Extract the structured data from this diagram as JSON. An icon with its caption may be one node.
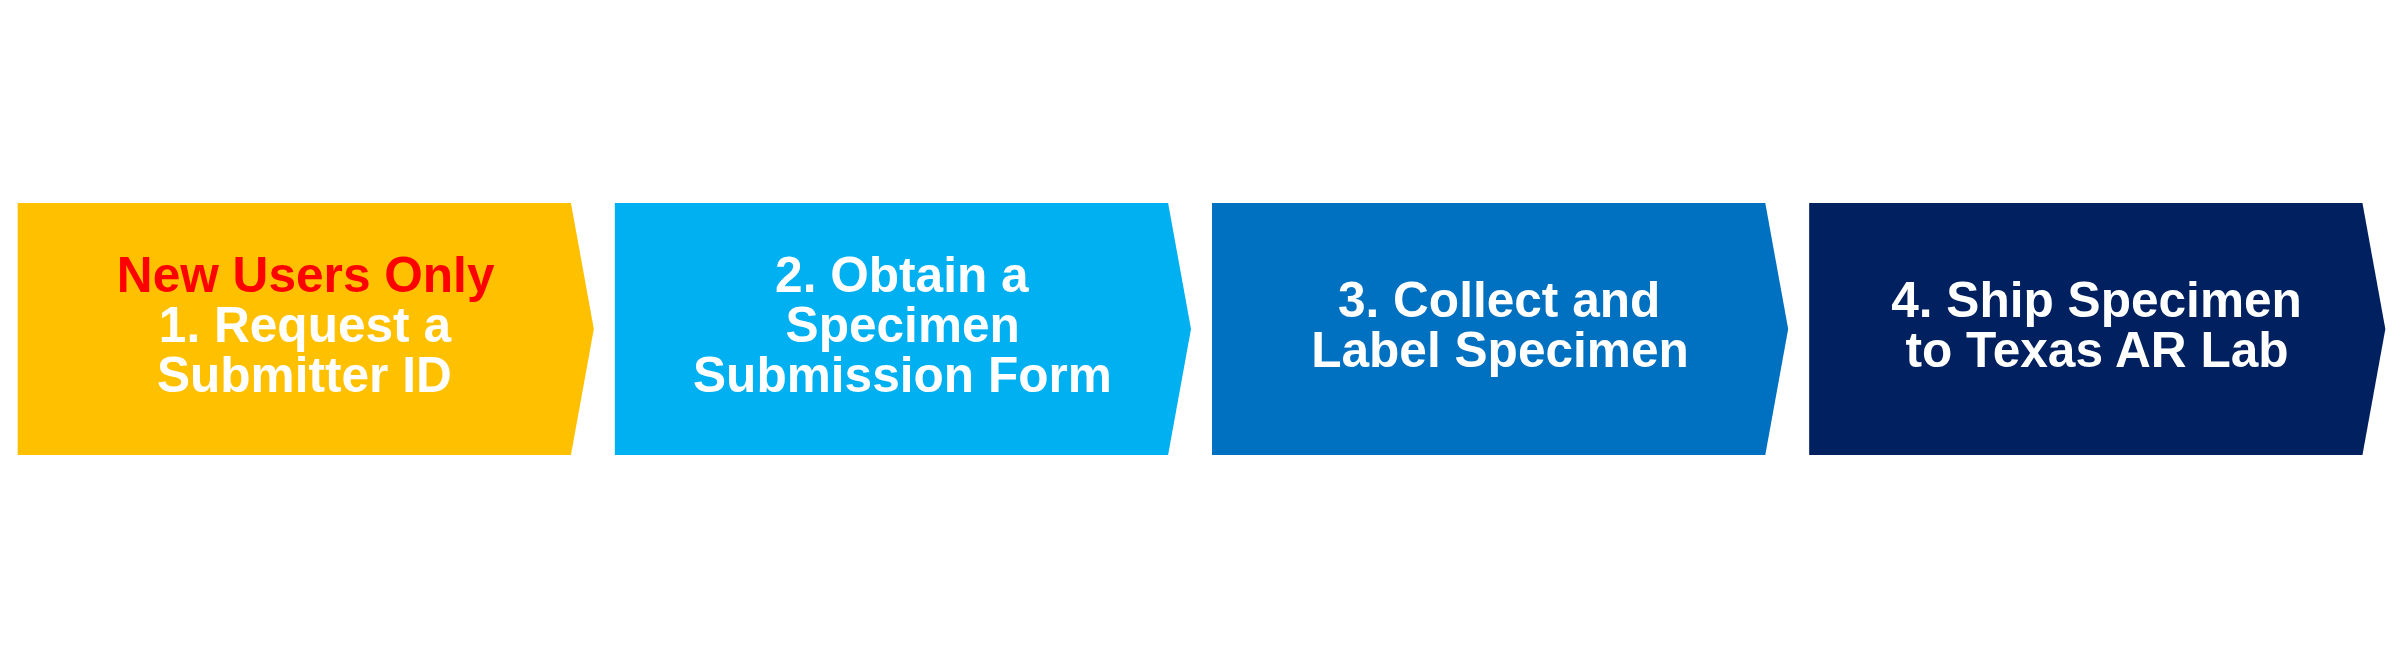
{
  "diagram": {
    "nodes": [
      {
        "text": [
          "New Users Only",
          "1. Request a Submitter ID"
        ]
      },
      {
        "text": [
          "2. Obtain a Specimen Submission Form"
        ]
      },
      {
        "text": [
          "3. Collect and Label Specimen"
        ]
      },
      {
        "text": [
          "4. Ship Specimen to Texas AR Lab"
        ]
      }
    ]
  }
}
